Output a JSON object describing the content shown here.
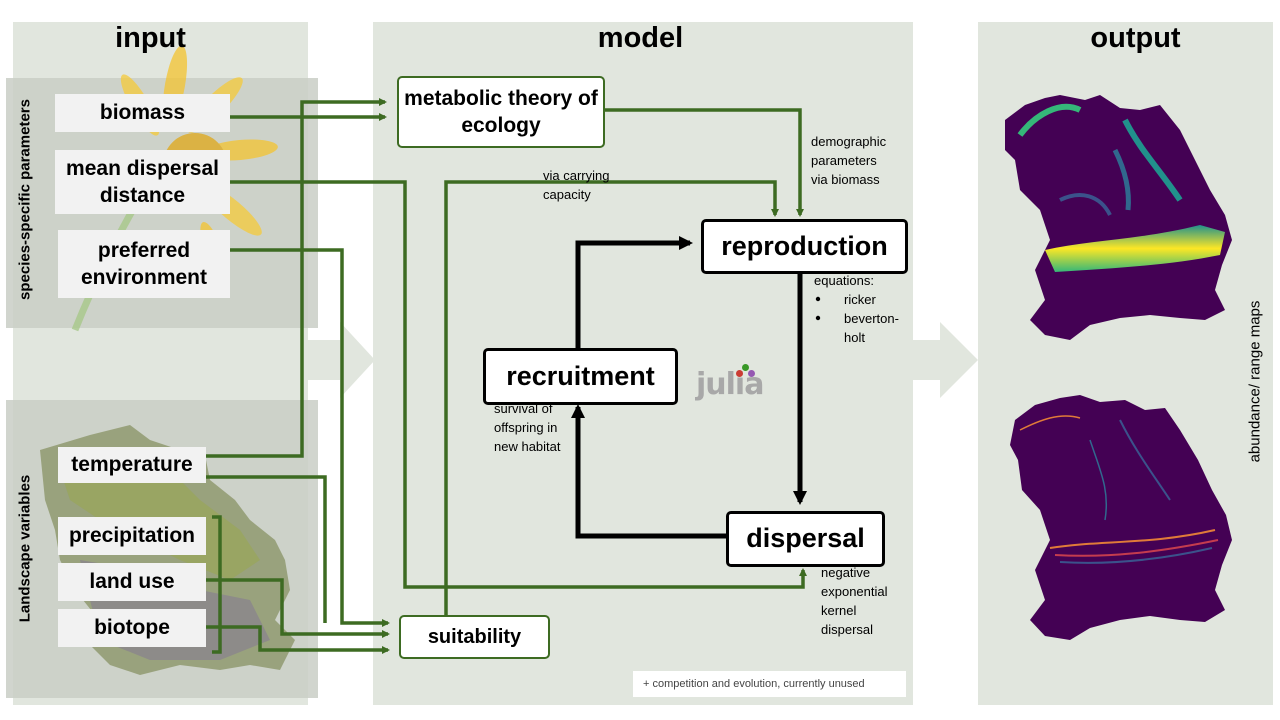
{
  "headers": {
    "input": "input",
    "model": "model",
    "output": "output"
  },
  "side_labels": {
    "species": "species-specific parameters",
    "landscape": "Landscape variables",
    "output": "abundance/ range maps"
  },
  "inputs": {
    "biomass": "biomass",
    "dispersal_distance": "mean dispersal distance",
    "preferred_env": "preferred environment",
    "temperature": "temperature",
    "precipitation": "precipitation",
    "land_use": "land use",
    "biotope": "biotope"
  },
  "model": {
    "mte": "metabolic theory of ecology",
    "suitability": "suitability",
    "reproduction": "reproduction",
    "recruitment": "recruitment",
    "dispersal": "dispersal",
    "logo": "julia"
  },
  "notes": {
    "demographic": [
      "demographic",
      "parameters",
      "via biomass"
    ],
    "carrying": [
      "via carrying",
      "capacity"
    ],
    "equations_title": "equations:",
    "eq1": "ricker",
    "eq2": "beverton-",
    "eq2b": "holt",
    "survival": [
      "survival of",
      "offspring in",
      "new habitat"
    ],
    "kernel": [
      "negative",
      "exponential",
      "kernel",
      "dispersal"
    ],
    "footnote": "+ competition and evolution, currently unused"
  },
  "colors": {
    "panel": "#e1e6de",
    "arrow_green": "#3d6b22",
    "cycle": "#000000",
    "viridis_dark": "#440154",
    "viridis_yellow": "#fde725"
  }
}
